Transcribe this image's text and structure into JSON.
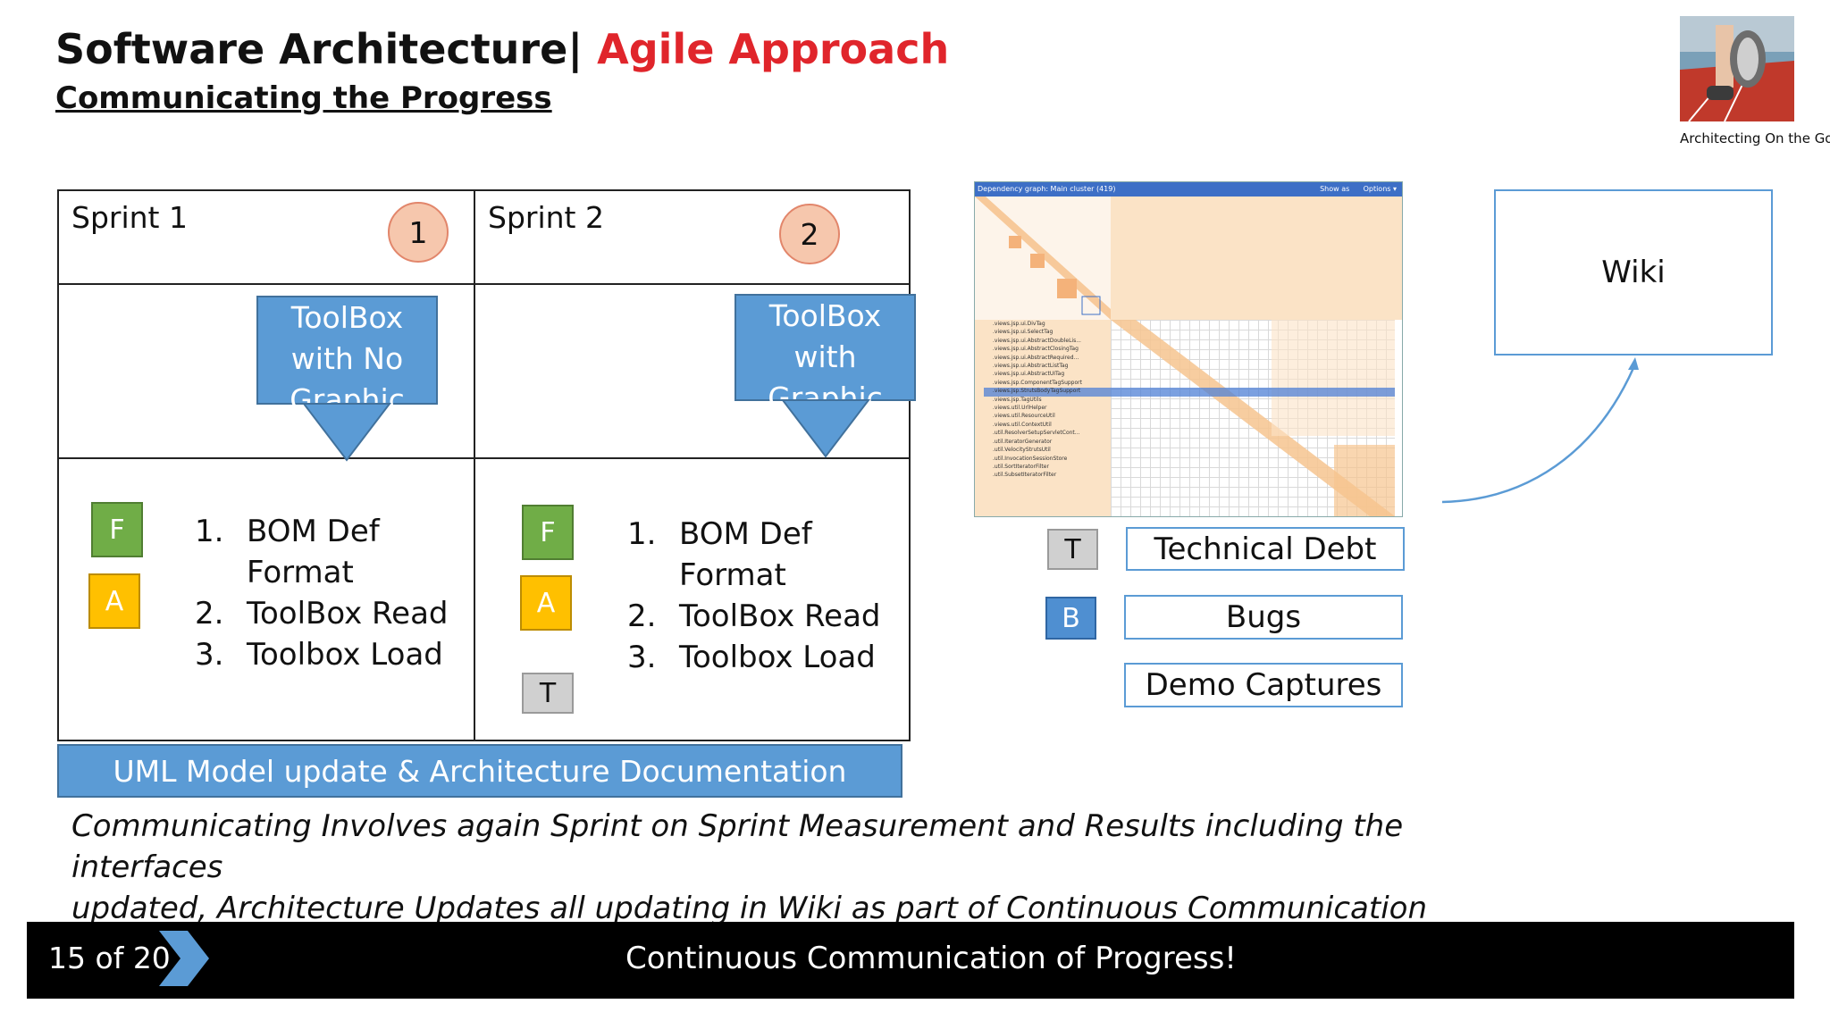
{
  "header": {
    "title_main": "Software Architecture|",
    "title_accent": "Agile Approach",
    "subtitle": "Communicating the Progress"
  },
  "logo": {
    "caption": "Architecting On the Go"
  },
  "sprints": [
    {
      "label": "Sprint 1",
      "number": "1",
      "callout_lines": [
        "ToolBox",
        "with No",
        "Graphic"
      ],
      "badges": [
        "F",
        "A"
      ],
      "items": [
        {
          "num": "1.",
          "lines": [
            "BOM Def",
            "Format"
          ]
        },
        {
          "num": "2.",
          "lines": [
            "ToolBox Read"
          ]
        },
        {
          "num": "3.",
          "lines": [
            "Toolbox Load"
          ]
        }
      ]
    },
    {
      "label": "Sprint 2",
      "number": "2",
      "callout_lines": [
        "ToolBox",
        "with",
        "Graphic"
      ],
      "badges": [
        "F",
        "A",
        "T"
      ],
      "items": [
        {
          "num": "1.",
          "lines": [
            "BOM Def",
            "Format"
          ]
        },
        {
          "num": "2.",
          "lines": [
            "ToolBox Read"
          ]
        },
        {
          "num": "3.",
          "lines": [
            "Toolbox Load"
          ]
        }
      ]
    }
  ],
  "uml_bar": "UML Model update & Architecture Documentation",
  "description": {
    "line1": "Communicating Involves again Sprint on Sprint Measurement and Results including the interfaces",
    "line2": "updated, Architecture Updates all updating in Wiki as part of Continuous Communication Strategy."
  },
  "dependency_graph": {
    "title": "Dependency graph: Main cluster (419)",
    "show_as": "Show as",
    "options": "Options",
    "rows": [
      ".views.jsp.ui.DivTag",
      ".views.jsp.ui.SelectTag",
      ".views.jsp.ui.AbstractDoubleLis...",
      ".views.jsp.ui.AbstractClosingTag",
      ".views.jsp.ui.AbstractRequired...",
      ".views.jsp.ui.AbstractListTag",
      ".views.jsp.ui.AbstractUITag",
      ".views.jsp.ComponentTagSupport",
      ".views.jsp.StrutsBodyTagSupport",
      ".views.jsp.TagUtils",
      ".views.util.UrlHelper",
      ".views.util.ResourceUtil",
      ".views.util.ContextUtil",
      ".util.ResolverSetupServletCont...",
      ".util.IteratorGenerator",
      ".util.VelocityStrutsUtil",
      ".util.InvocationSessionStore",
      ".util.SortIteratorFilter",
      ".util.SubsetIteratorFilter"
    ]
  },
  "legend": [
    {
      "badge": "T",
      "label": "Technical Debt"
    },
    {
      "badge": "B",
      "label": "Bugs"
    },
    {
      "badge": "",
      "label": "Demo Captures"
    }
  ],
  "wiki": "Wiki",
  "footer": {
    "page_current": "15",
    "page_sep": "of",
    "page_total": "20",
    "text": "Continuous Communication of Progress!"
  },
  "colors": {
    "accent_red": "#e0252b",
    "callout_blue": "#5b9bd5",
    "f_green": "#70ad47",
    "a_yellow": "#ffc000",
    "t_gray": "#d0d0d0",
    "b_blue": "#4f8fd1",
    "circle_fill": "#f6c7ad"
  }
}
